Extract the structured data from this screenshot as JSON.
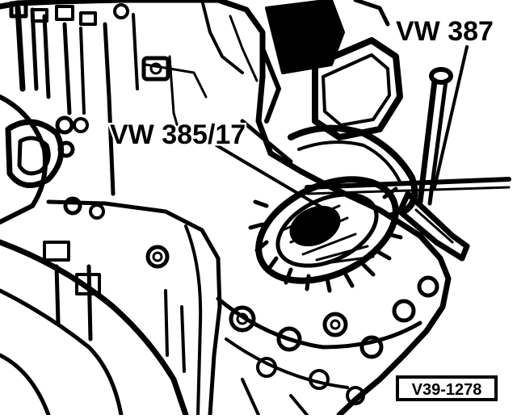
{
  "figure": {
    "callouts": [
      {
        "id": "vw387",
        "label": "VW 387"
      },
      {
        "id": "vw385",
        "label": "VW 385/17"
      }
    ],
    "figure_code": "V39-1278",
    "colors": {
      "ink": "#000000",
      "paper": "#ffffff"
    }
  }
}
